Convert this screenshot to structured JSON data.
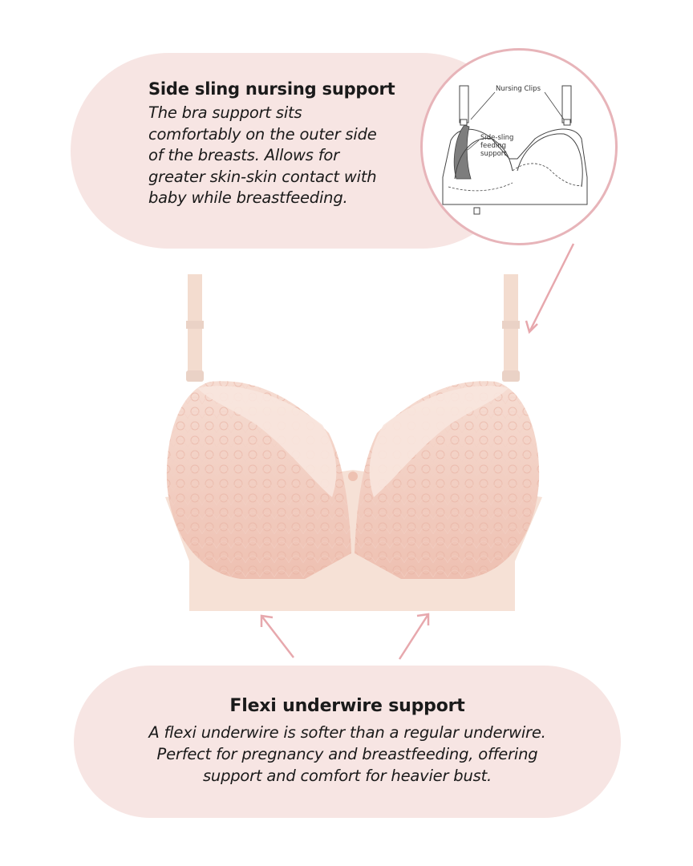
{
  "top_callout": {
    "heading": "Side sling nursing support",
    "lines": [
      "The bra support sits",
      "comfortably on the outer side",
      "of the breasts. Allows for",
      "greater skin-skin contact with",
      "baby while breastfeeding."
    ]
  },
  "bottom_callout": {
    "heading": "Flexi underwire support",
    "lines": [
      "A flexi underwire is softer than a regular underwire.",
      "Perfect for pregnancy and breastfeeding, offering",
      "support and comfort for heavier bust."
    ]
  },
  "diagram": {
    "label_clips": "Nursing Clips",
    "label_side": "Side-sling feeding support"
  },
  "colors": {
    "pill_bg": "#f7e5e3",
    "accent": "#e7b4b9",
    "bra_band": "#f6e1d6",
    "bra_lace": "#f1c9bb"
  }
}
